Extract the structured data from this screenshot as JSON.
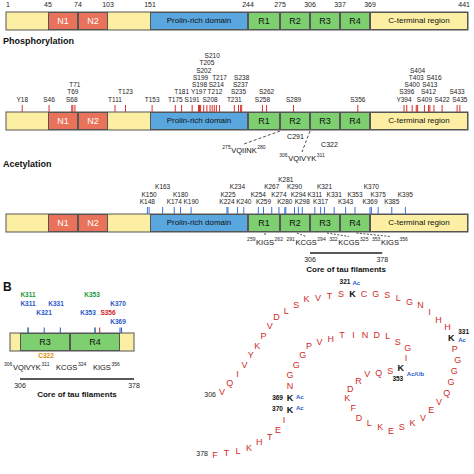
{
  "diagram": {
    "nodes": [
      {
        "text": [
          "N1"
        ]
      },
      {
        "text": [
          "N2"
        ]
      },
      {
        "text": [
          "Prolin-rich domain"
        ]
      },
      {
        "text": [
          "R1"
        ]
      },
      {
        "text": [
          "R2"
        ]
      },
      {
        "text": [
          "R3"
        ]
      },
      {
        "text": [
          "R4"
        ]
      },
      {
        "text": [
          "C-terminal region"
        ]
      },
      {
        "text": [
          "N1"
        ]
      },
      {
        "text": [
          "N2"
        ]
      },
      {
        "text": [
          "Prolin-rich domain"
        ]
      },
      {
        "text": [
          "R1"
        ]
      },
      {
        "text": [
          "R2"
        ]
      },
      {
        "text": [
          "R3"
        ]
      },
      {
        "text": [
          "R4"
        ]
      },
      {
        "text": [
          "C-terminal region"
        ]
      },
      {
        "text": [
          "N1"
        ]
      },
      {
        "text": [
          "N2"
        ]
      },
      {
        "text": [
          "Prolin-rich domain"
        ]
      },
      {
        "text": [
          "R1"
        ]
      },
      {
        "text": [
          "R2"
        ]
      },
      {
        "text": [
          "R3"
        ]
      },
      {
        "text": [
          "R4"
        ]
      },
      {
        "text": [
          "C-terminal region"
        ]
      },
      {
        "text": [
          "R3"
        ]
      },
      {
        "text": [
          "R4"
        ]
      }
    ],
    "labels": [
      "1",
      "45",
      "74",
      "103",
      "151",
      "244",
      "275",
      "306",
      "337",
      "369",
      "441",
      "Phosphorylation",
      "Y18",
      "S46",
      "S68",
      "T69",
      "T71",
      "T111",
      "T123",
      "T153",
      "T175",
      "T181",
      "S191",
      "Y197",
      "S198",
      "S199",
      "S202",
      "T205",
      "S208",
      "S210",
      "T212",
      "S214",
      "T217",
      "T231",
      "S235",
      "S237",
      "S238",
      "S258",
      "S262",
      "S289",
      "S356",
      "Y394",
      "S396",
      "S400",
      "T403",
      "S404",
      "S409",
      "S412",
      "S413",
      "S416",
      "S422",
      "S433",
      "S435",
      "C291",
      "C322",
      "275",
      "VQIINK",
      "280",
      "306",
      "VQIVYK",
      "311",
      "Acetylation",
      "K148",
      "K150",
      "K163",
      "K174",
      "K180",
      "K190",
      "K224",
      "K225",
      "K234",
      "K240",
      "K254",
      "K259",
      "K267",
      "K274",
      "K280",
      "K281",
      "K290",
      "K294",
      "K298",
      "K311",
      "K317",
      "K321",
      "K331",
      "K343",
      "K353",
      "K369",
      "K370",
      "K375",
      "K385",
      "K395",
      "259",
      "KIGS",
      "262",
      "291",
      "KCGS",
      "294",
      "322",
      "KCGS",
      "325",
      "353",
      "KIGS",
      "356",
      "306",
      "378",
      "Core of tau filaments",
      "B",
      "K311",
      "K353",
      "K311",
      "K331",
      "K370",
      "K321",
      "K353",
      "S356",
      "K369",
      "C322",
      "306",
      "VQIVYK",
      "311",
      "KCGS",
      "324",
      "KIGS",
      "356",
      "306",
      "378",
      "Core of tau filaments",
      "306",
      "V",
      "Q",
      "I",
      "V",
      "Y",
      "K",
      "P",
      "V",
      "D",
      "L",
      "S",
      "K",
      "V",
      "T",
      "S",
      "K",
      "C",
      "G",
      "S",
      "L",
      "G",
      "N",
      "I",
      "H",
      "H",
      "K",
      "P",
      "G",
      "G",
      "G",
      "Q",
      "V",
      "E",
      "V",
      "K",
      "S",
      "E",
      "K",
      "L",
      "D",
      "F",
      "K",
      "D",
      "R",
      "V",
      "Q",
      "S",
      "K",
      "I",
      "G",
      "S",
      "L",
      "D",
      "N",
      "I",
      "T",
      "H",
      "V",
      "P",
      "G",
      "G",
      "G",
      "N",
      "K",
      "K",
      "I",
      "E",
      "T",
      "H",
      "K",
      "L",
      "T",
      "F",
      "378",
      "321",
      "Ac",
      "331",
      "Ac",
      "353",
      "Ac/Ub",
      "369",
      "Ac",
      "370",
      "Ac"
    ]
  }
}
